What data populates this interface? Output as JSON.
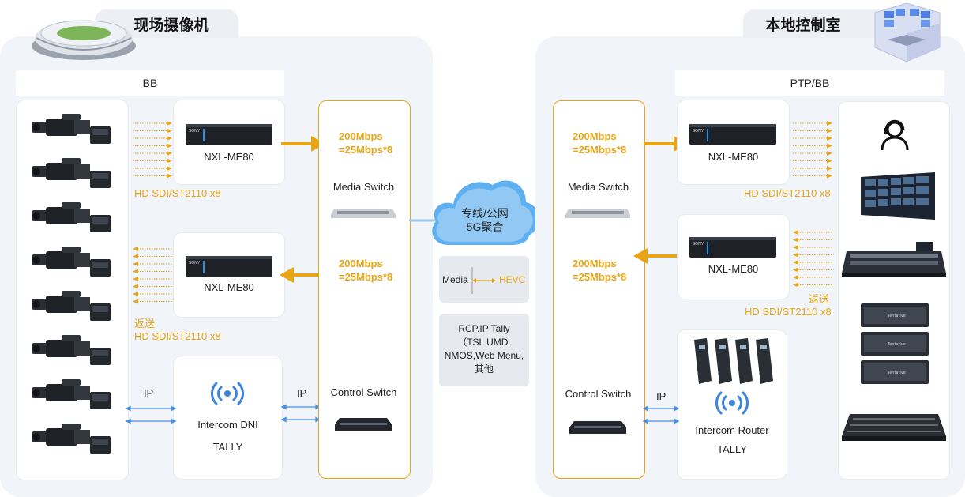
{
  "left": {
    "title": "现场摄像机",
    "bar_label": "BB",
    "encoder_top": {
      "label": "NXL-ME80"
    },
    "encoder_bottom": {
      "label": "NXL-ME80"
    },
    "sdi_top": "HD SDI/ST2110 x8",
    "return_label": "返送",
    "sdi_bottom": "HD SDI/ST2110 x8",
    "ip_left": "IP",
    "ip_right": "IP",
    "intercom": {
      "line1": "Intercom DNI",
      "line2": "TALLY"
    },
    "rate_top": {
      "line1": "200Mbps",
      "line2": "=25Mbps*8"
    },
    "rate_bottom": {
      "line1": "200Mbps",
      "line2": "=25Mbps*8"
    },
    "media_switch": "Media Switch",
    "control_switch": "Control Switch"
  },
  "center": {
    "cloud": {
      "line1": "专线/公网",
      "line2": "5G聚合"
    },
    "media_box": {
      "media": "Media",
      "hevc": "HEVC"
    },
    "tally_box": {
      "line1": "RCP.IP Tally",
      "line2": "（TSL UMD.",
      "line3": "NMOS,Web Menu,",
      "line4": "其他"
    }
  },
  "right": {
    "title": "本地控制室",
    "bar_label": "PTP/BB",
    "rate_top": {
      "line1": "200Mbps",
      "line2": "=25Mbps*8"
    },
    "rate_bottom": {
      "line1": "200Mbps",
      "line2": "=25Mbps*8"
    },
    "media_switch": "Media Switch",
    "control_switch": "Control Switch",
    "encoder_top": {
      "label": "NXL-ME80"
    },
    "encoder_bottom": {
      "label": "NXL-ME80"
    },
    "sdi_top": "HD SDI/ST2110 x8",
    "return_label": "返送",
    "sdi_bottom": "HD SDI/ST2110 x8",
    "ip": "IP",
    "intercom": {
      "line1": "Intercom Router",
      "line2": "TALLY"
    },
    "server_brand": "Tentative"
  },
  "colors": {
    "accent": "#e8a617",
    "link": "#4a8ee0",
    "panel": "#f1f4f9"
  }
}
